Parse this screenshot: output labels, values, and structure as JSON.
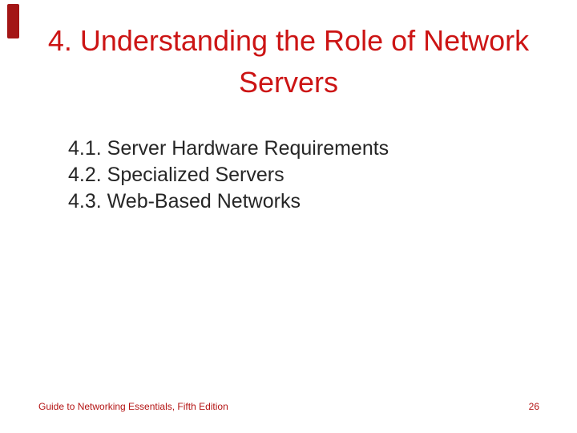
{
  "slide": {
    "title_line1": "4. Understanding the Role of Network",
    "title_line2": "Servers",
    "items": [
      "4.1. Server Hardware Requirements",
      "4.2. Specialized Servers",
      "4.3. Web-Based Networks"
    ],
    "footer": "Guide to Networking Essentials, Fifth Edition",
    "page_number": "26",
    "colors": {
      "title": "#cc1414",
      "body_text": "#262626",
      "accent_bar": "#a31515",
      "footer": "#b41414",
      "background": "#ffffff"
    }
  }
}
